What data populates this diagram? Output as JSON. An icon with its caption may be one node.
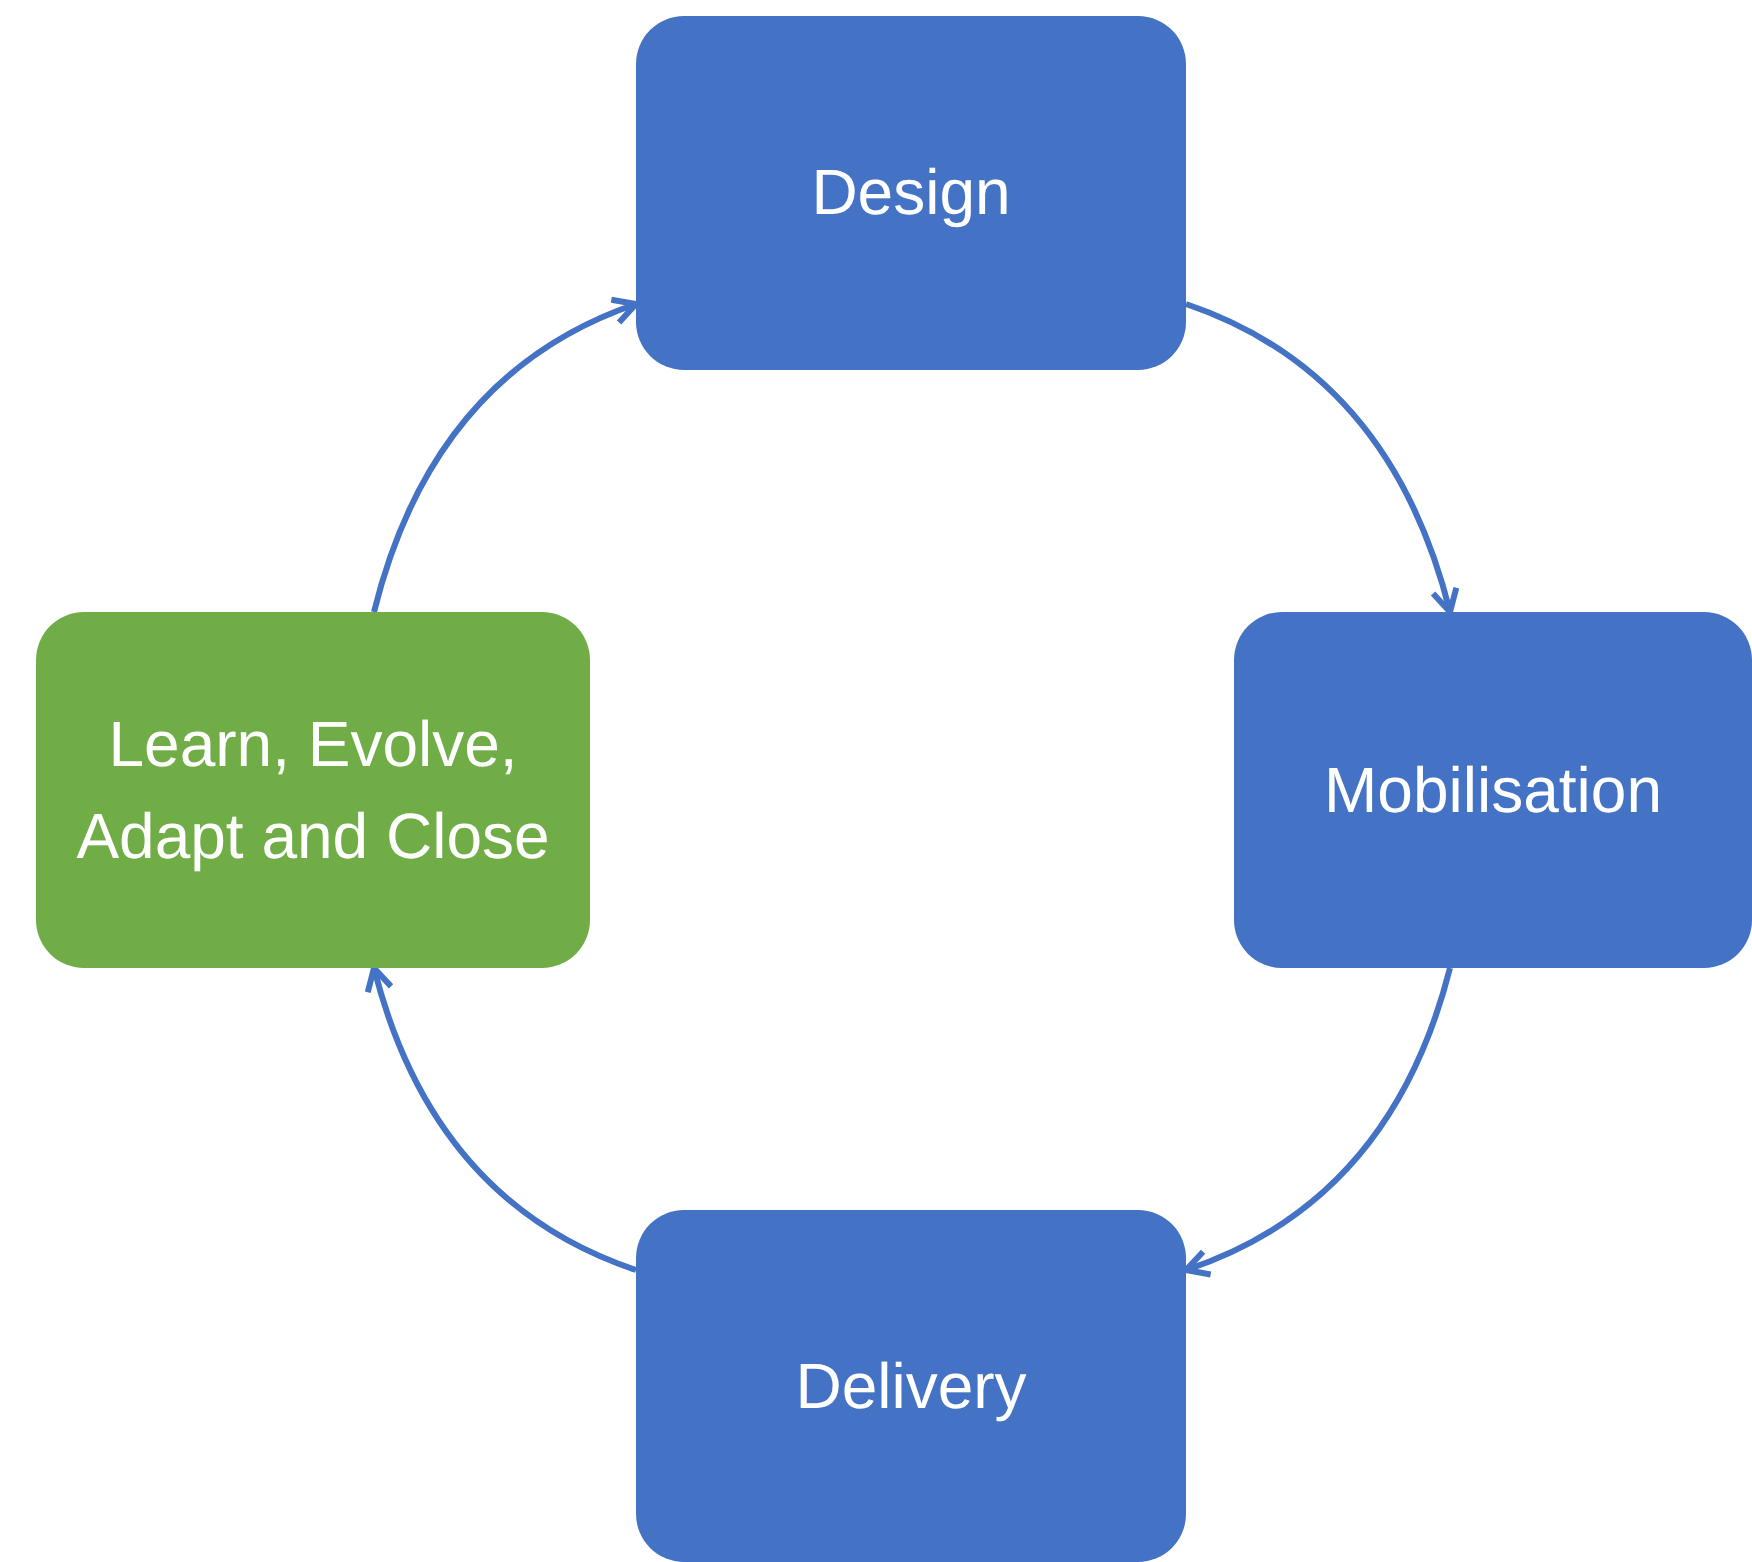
{
  "diagram": {
    "nodes": [
      {
        "text": [
          "Design"
        ]
      },
      {
        "text": [
          "Mobilisation"
        ]
      },
      {
        "text": [
          "Delivery"
        ]
      },
      {
        "text": [
          "Learn, Evolve, Adapt and Close"
        ]
      }
    ],
    "edges": [
      {
        "from": 0,
        "to": 1,
        "arrow": "to"
      },
      {
        "from": 1,
        "to": 2,
        "arrow": "to"
      },
      {
        "from": 2,
        "to": 3,
        "arrow": "to"
      },
      {
        "from": 3,
        "to": 0,
        "arrow": "to"
      }
    ]
  }
}
